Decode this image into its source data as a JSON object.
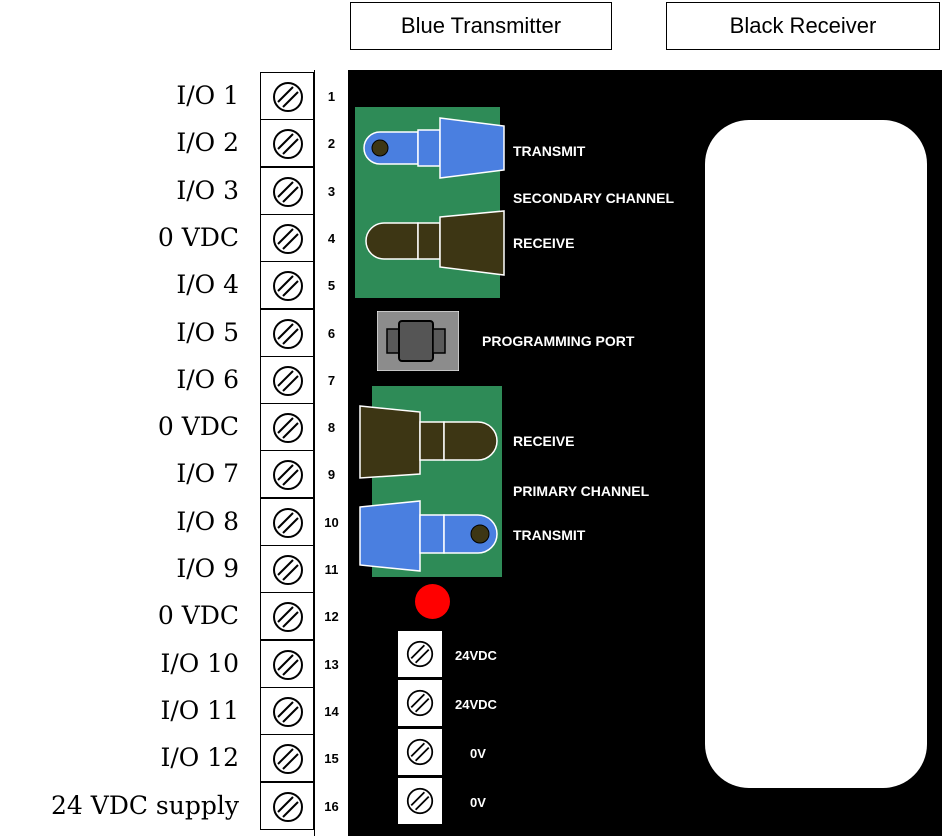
{
  "header": {
    "blue_transmitter": "Blue Transmitter",
    "black_receiver": "Black Receiver"
  },
  "terminals": [
    {
      "pin": "1",
      "label": "I/O 1"
    },
    {
      "pin": "2",
      "label": "I/O 2"
    },
    {
      "pin": "3",
      "label": "I/O 3"
    },
    {
      "pin": "4",
      "label": "0 VDC"
    },
    {
      "pin": "5",
      "label": "I/O 4"
    },
    {
      "pin": "6",
      "label": "I/O 5"
    },
    {
      "pin": "7",
      "label": "I/O 6"
    },
    {
      "pin": "8",
      "label": "0 VDC"
    },
    {
      "pin": "9",
      "label": "I/O 7"
    },
    {
      "pin": "10",
      "label": "I/O 8"
    },
    {
      "pin": "11",
      "label": "I/O 9"
    },
    {
      "pin": "12",
      "label": "0 VDC"
    },
    {
      "pin": "13",
      "label": "I/O 10"
    },
    {
      "pin": "14",
      "label": "I/O 11"
    },
    {
      "pin": "15",
      "label": "I/O 12"
    },
    {
      "pin": "16",
      "label": "24 VDC supply"
    }
  ],
  "secondary": {
    "transmit": "TRANSMIT",
    "channel": "SECONDARY CHANNEL",
    "receive": "RECEIVE"
  },
  "programming_port": "PROGRAMMING PORT",
  "primary": {
    "receive": "RECEIVE",
    "channel": "PRIMARY CHANNEL",
    "transmit": "TRANSMIT"
  },
  "power_terminals": [
    "24VDC",
    "24VDC",
    "0V",
    "0V"
  ],
  "colors": {
    "panel": "#000000",
    "board_green": "#2e8b57",
    "transmitter_blue": "#4a7fe0",
    "receiver_brown": "#3d3614",
    "led_red": "#ff0000"
  }
}
